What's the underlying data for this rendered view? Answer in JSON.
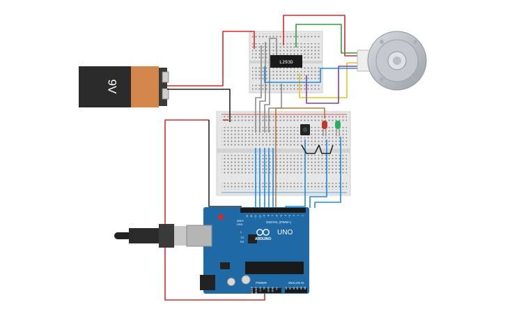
{
  "battery": {
    "label": "9V"
  },
  "driver_chip": {
    "label": "L293D"
  },
  "arduino": {
    "model": "UNO",
    "brand": "ARDUINO",
    "header_digital": "DIGITAL (PWM~)",
    "header_power": "POWER",
    "header_analog": "ANALOG IN",
    "aref": "AREF",
    "gnd": "GND",
    "tx": "TX",
    "rx": "RX",
    "led_l": "L",
    "digital_pins": [
      "13",
      "12",
      "~11",
      "~10",
      "~9",
      "8",
      "7",
      "~6",
      "~5",
      "4",
      "~3",
      "2",
      "1",
      "0"
    ],
    "power_pins": [
      "IOREF",
      "RESET",
      "3.3V",
      "5V",
      "GND",
      "GND",
      "Vin"
    ],
    "analog_pins": [
      "A0",
      "A1",
      "A2",
      "A3",
      "A4",
      "A5"
    ]
  },
  "colors": {
    "wire_red": "#d62828",
    "wire_black": "#222222",
    "wire_blue": "#1e88e5",
    "wire_gray": "#8a8a8a",
    "wire_green": "#2e9e3e",
    "wire_yellow": "#e8c21a",
    "wire_purple": "#7b3fa0",
    "wire_brown": "#b07a3e",
    "board_blue": "#1f6aa5",
    "breadboard": "#e6e6e6"
  }
}
